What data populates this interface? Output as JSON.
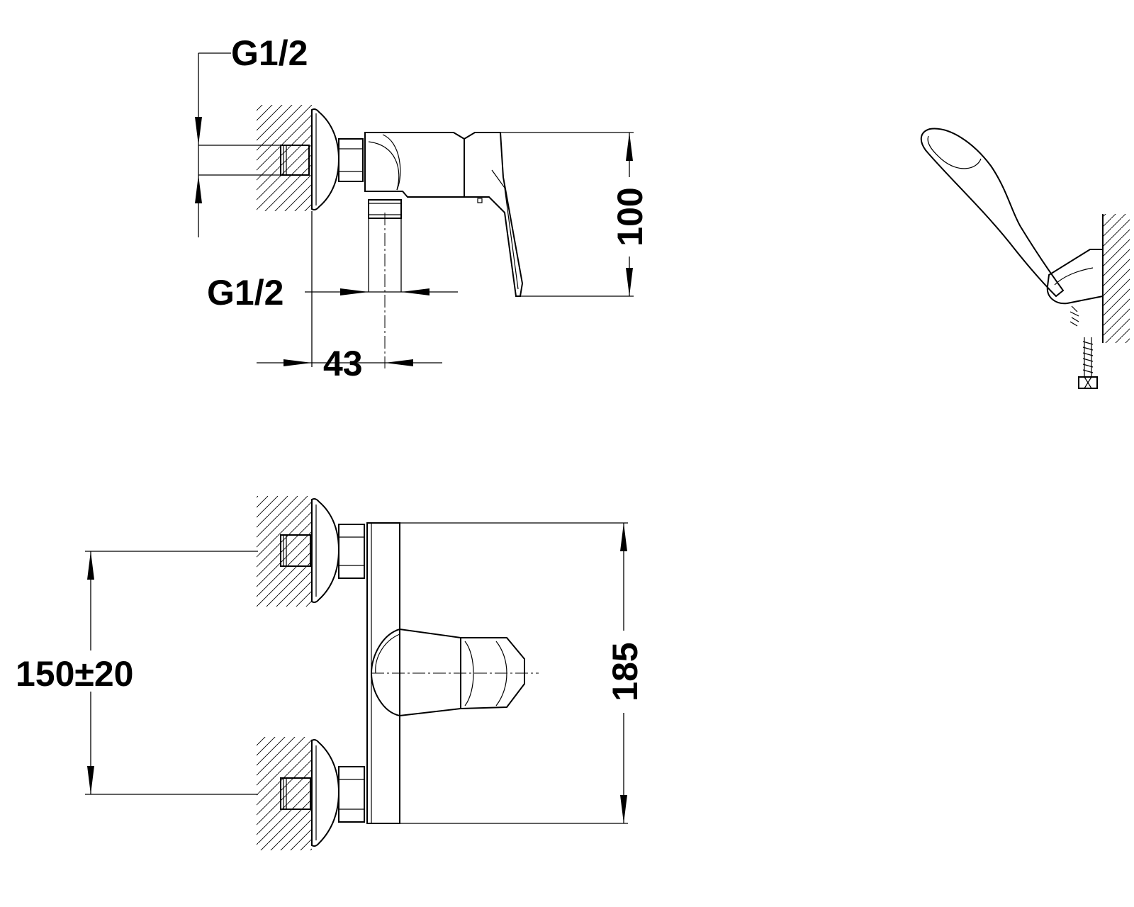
{
  "dimensions": {
    "inlet_thread_top": "G1/2",
    "outlet_thread": "G1/2",
    "wall_offset": "43",
    "height_side": "100",
    "inlet_spacing": "150±20",
    "height_front": "185"
  }
}
